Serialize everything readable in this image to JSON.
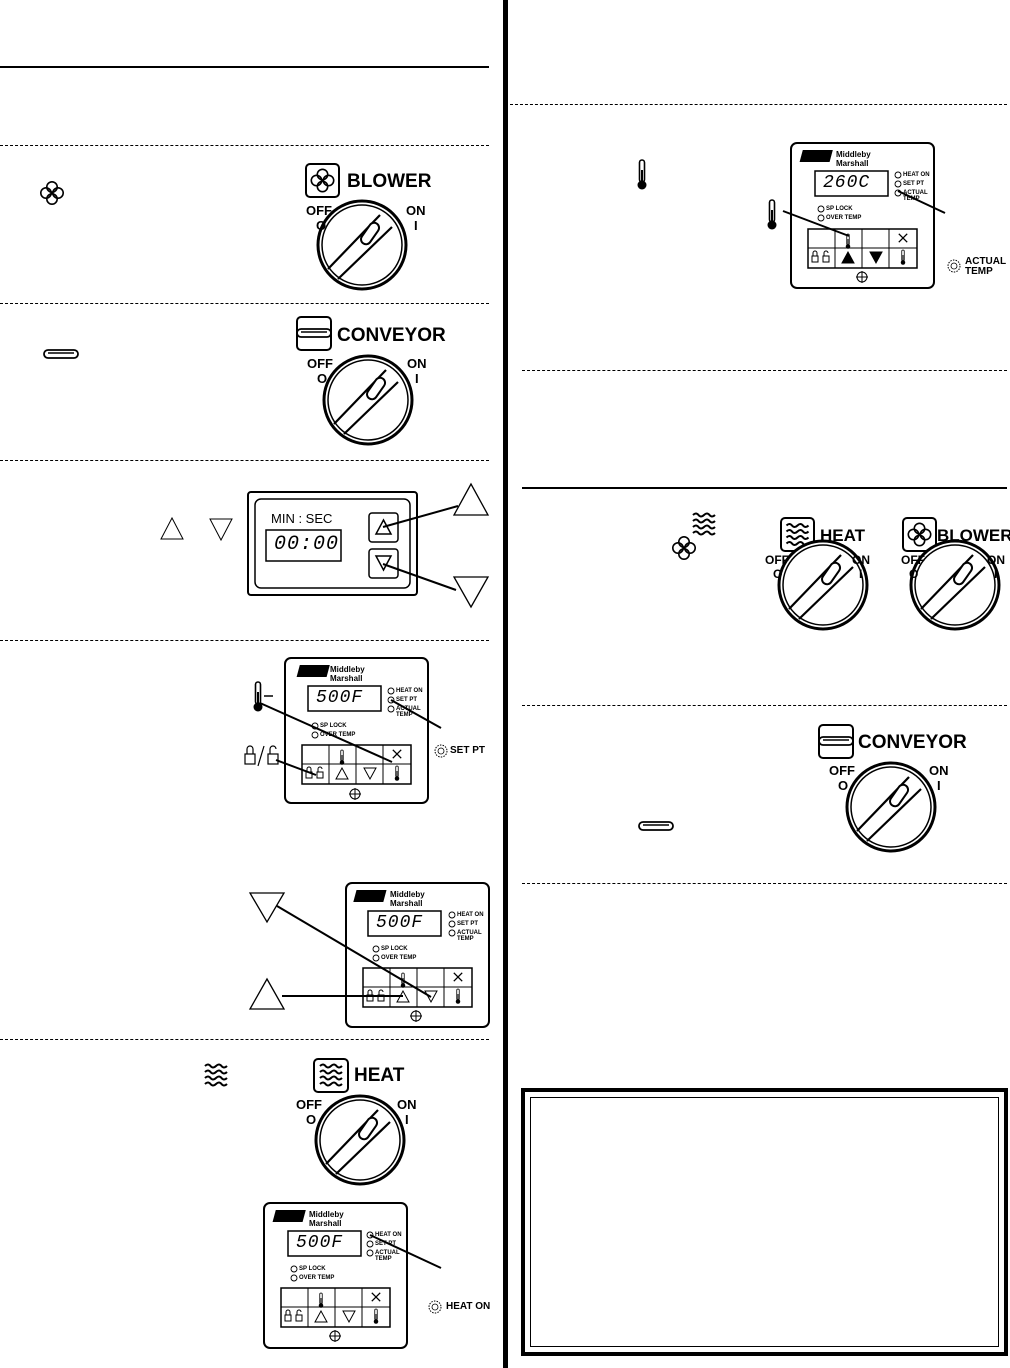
{
  "blower_switch": {
    "title": "BLOWER",
    "off_label": "OFF",
    "off_symbol": "O",
    "on_label": "ON",
    "on_symbol": "I",
    "icon": "fan-icon"
  },
  "conveyor_switch": {
    "title": "CONVEYOR",
    "off_label": "OFF",
    "off_symbol": "O",
    "on_label": "ON",
    "on_symbol": "I",
    "icon": "conveyor-icon"
  },
  "heat_switch": {
    "title": "HEAT",
    "off_label": "OFF",
    "off_symbol": "O",
    "on_label": "ON",
    "on_symbol": "I",
    "icon": "heat-waves-icon"
  },
  "timer_panel": {
    "label": "MIN : SEC",
    "display": "00:00",
    "up_icon": "triangle-up-icon",
    "down_icon": "triangle-down-icon"
  },
  "controller": {
    "brand_line1": "Middleby",
    "brand_line2": "Marshall",
    "led_heat_on": "HEAT ON",
    "led_set_pt": "SET PT",
    "led_actual_temp_1": "ACTUAL",
    "led_actual_temp_2": "TEMP",
    "led_sp_lock": "SP LOCK",
    "led_over_temp": "OVER TEMP"
  },
  "displays": {
    "set_point": "500F",
    "actual": "260C"
  },
  "indicators": {
    "set_pt": "SET PT",
    "heat_on": "HEAT ON",
    "actual_temp_1": "ACTUAL",
    "actual_temp_2": "TEMP"
  },
  "colors": {
    "ink": "#000000",
    "background": "#ffffff"
  }
}
